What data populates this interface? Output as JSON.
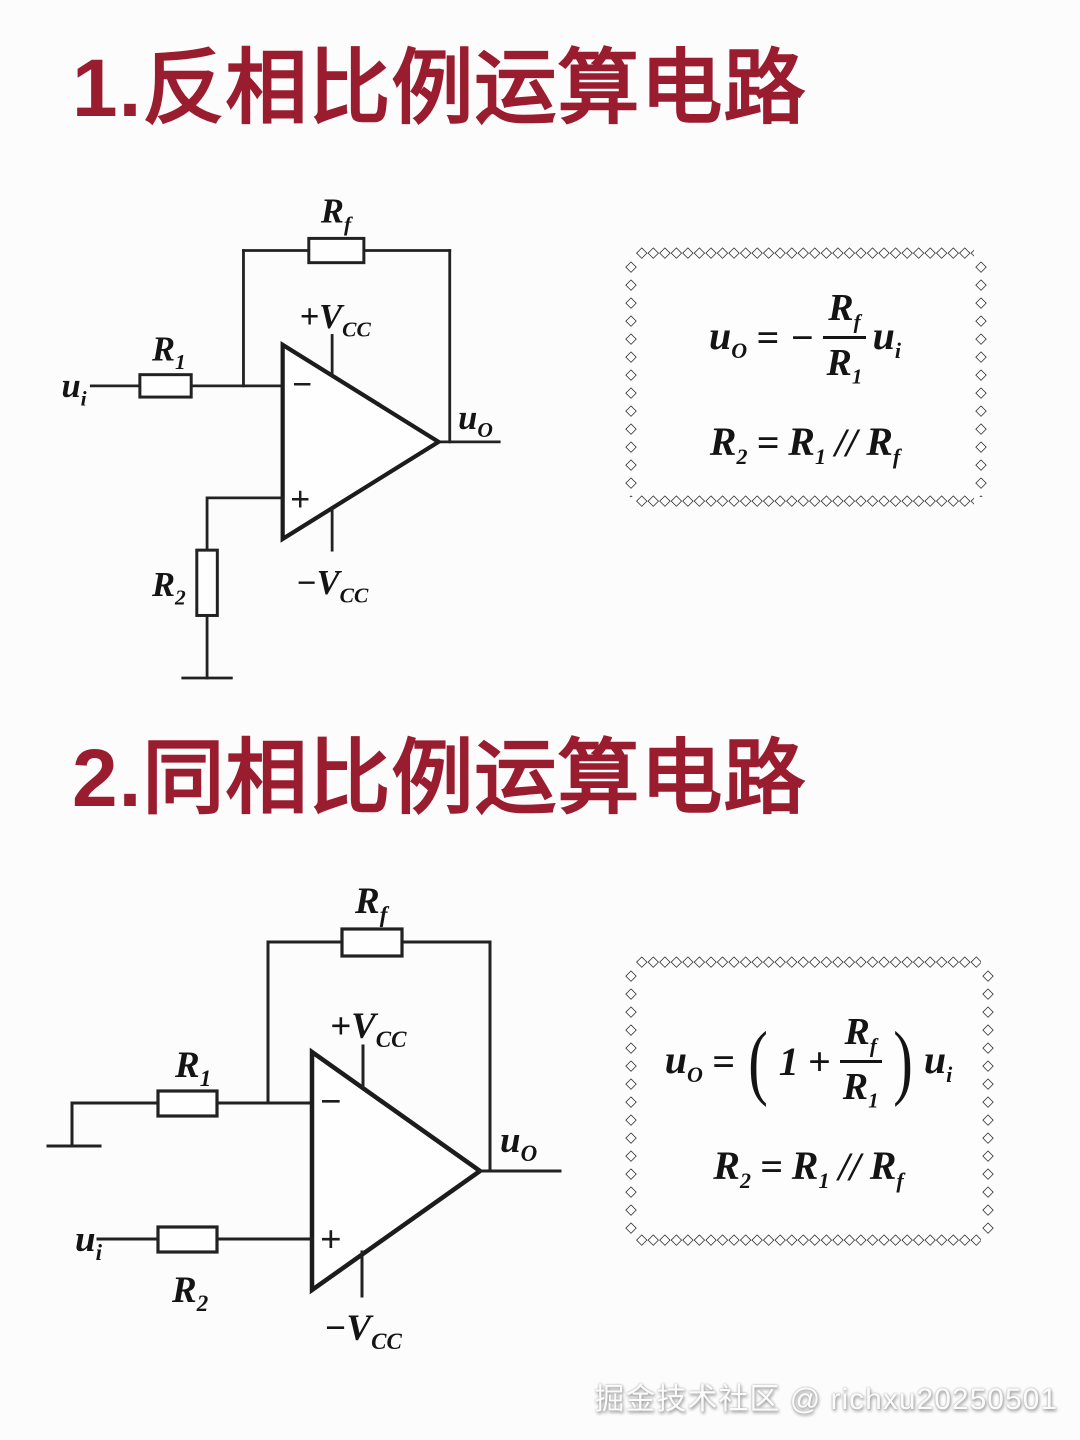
{
  "page": {
    "background": "#fcfcfc",
    "accent_color": "#9a1c2f",
    "ink_color": "#1e1e1e",
    "watermark": "掘金技术社区 @ richxu20250501"
  },
  "decor": {
    "chain_glyph": "◇"
  },
  "section1": {
    "title": "1.反相比例运算电路",
    "circuit": {
      "input_label": {
        "base": "u",
        "sub": "i"
      },
      "r1": {
        "base": "R",
        "sub": "1"
      },
      "r2": {
        "base": "R",
        "sub": "2"
      },
      "rf": {
        "base": "R",
        "sub": "f"
      },
      "vcc_pos": {
        "base": "+V",
        "sub": "CC"
      },
      "vcc_neg": {
        "base": "−V",
        "sub": "CC"
      },
      "output_label": {
        "base": "u",
        "sub": "O"
      },
      "inv_mark": "−",
      "noninv_mark": "+"
    },
    "formula": {
      "line1": {
        "lhs": "u",
        "lhs_sub": "O",
        "eq": "=",
        "sign": "−",
        "num": "R",
        "num_sub": "f",
        "den": "R",
        "den_sub": "1",
        "rhs": "u",
        "rhs_sub": "i"
      },
      "line2": {
        "lhs": "R",
        "lhs_sub": "2",
        "eq": "=",
        "a": "R",
        "a_sub": "1",
        "op": "//",
        "b": "R",
        "b_sub": "f"
      }
    }
  },
  "section2": {
    "title": "2.同相比例运算电路",
    "circuit": {
      "input_label": {
        "base": "u",
        "sub": "i"
      },
      "r1": {
        "base": "R",
        "sub": "1"
      },
      "r2": {
        "base": "R",
        "sub": "2"
      },
      "rf": {
        "base": "R",
        "sub": "f"
      },
      "vcc_pos": {
        "base": "+V",
        "sub": "CC"
      },
      "vcc_neg": {
        "base": "−V",
        "sub": "CC"
      },
      "output_label": {
        "base": "u",
        "sub": "O"
      },
      "inv_mark": "−",
      "noninv_mark": "+"
    },
    "formula": {
      "line1": {
        "lhs": "u",
        "lhs_sub": "O",
        "eq": "=",
        "open": "(",
        "one": "1",
        "plus": "+",
        "num": "R",
        "num_sub": "f",
        "den": "R",
        "den_sub": "1",
        "close": ")",
        "rhs": "u",
        "rhs_sub": "i"
      },
      "line2": {
        "lhs": "R",
        "lhs_sub": "2",
        "eq": "=",
        "a": "R",
        "a_sub": "1",
        "op": "//",
        "b": "R",
        "b_sub": "f"
      }
    }
  }
}
